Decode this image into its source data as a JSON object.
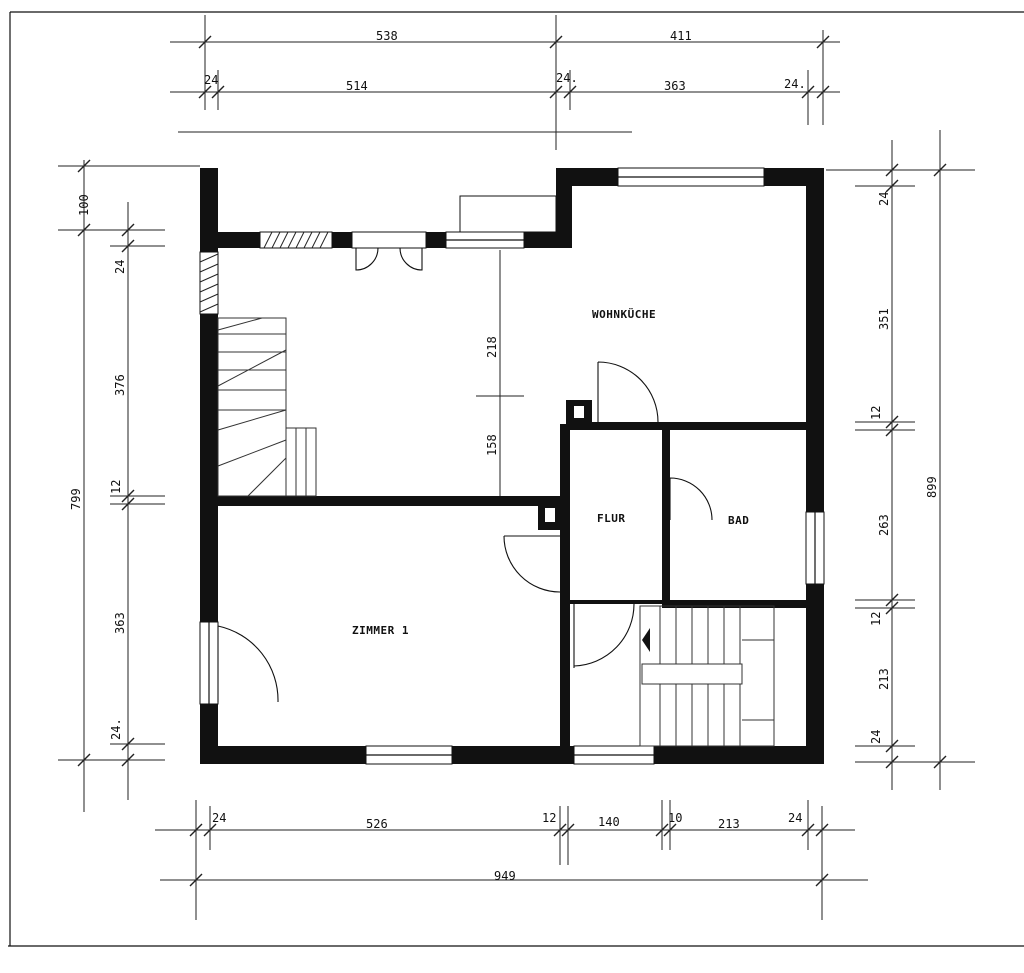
{
  "rooms": {
    "kitchen": "WOHNKÜCHE",
    "hall": "FLUR",
    "bath": "BAD",
    "room1": "ZIMMER 1"
  },
  "dims": {
    "top_outer_left": "538",
    "top_outer_right": "411",
    "top_wall_a": "24",
    "top_left_room": "514",
    "top_wall_b": "24.",
    "top_right_room": "363",
    "top_wall_c": "24.",
    "bottom_wall_a": "24",
    "bottom_room1": "526",
    "bottom_wall_b": "12",
    "bottom_hall": "140",
    "bottom_wall_c": "10",
    "bottom_stair": "213",
    "bottom_wall_d": "24",
    "bottom_total": "949",
    "left_total": "799",
    "left_top": "100",
    "left_wall_a": "24",
    "left_upper": "376",
    "left_wall_b": "12",
    "left_lower": "363",
    "left_wall_c": "24.",
    "right_total": "899",
    "right_wall_a": "24",
    "right_kitchen": "351",
    "right_wall_b": "12",
    "right_bath": "263",
    "right_wall_c": "12",
    "right_stair": "213",
    "right_wall_d": "24",
    "inner_218": "218",
    "inner_158": "158"
  }
}
